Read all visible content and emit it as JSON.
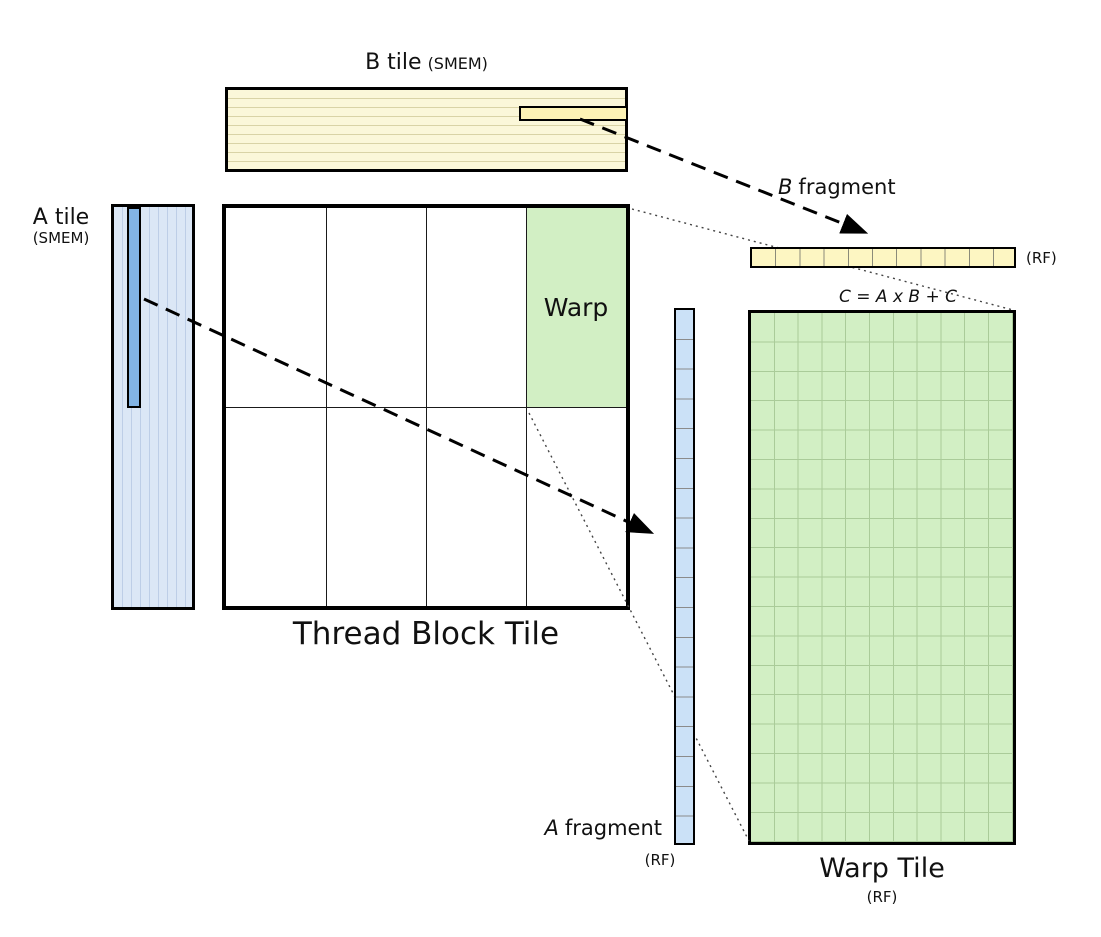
{
  "diagram": {
    "b_tile": {
      "title": "B tile",
      "mem": "(SMEM)"
    },
    "a_tile": {
      "title": "A tile",
      "mem": "(SMEM)"
    },
    "thread_block": {
      "title": "Thread Block Tile",
      "warp": "Warp"
    },
    "b_fragment": {
      "var": "B",
      "word": "fragment",
      "rf": "(RF)"
    },
    "a_fragment": {
      "var": "A",
      "word": "fragment",
      "rf": "(RF)"
    },
    "equation": "C = A x B + C",
    "warp_tile": {
      "title": "Warp Tile",
      "rf": "(RF)"
    },
    "colors": {
      "smem_b_fill": "#FBF7D9",
      "smem_a_fill": "#DBE7F6",
      "fragment_b_fill": "#FDF6C2",
      "fragment_a_fill": "#CBE1F7",
      "a_highlight_fill": "#82B4E4",
      "b_highlight_fill": "#FDF3B5",
      "warp_green_fill": "#D2EFC4",
      "outline": "#000000"
    }
  }
}
